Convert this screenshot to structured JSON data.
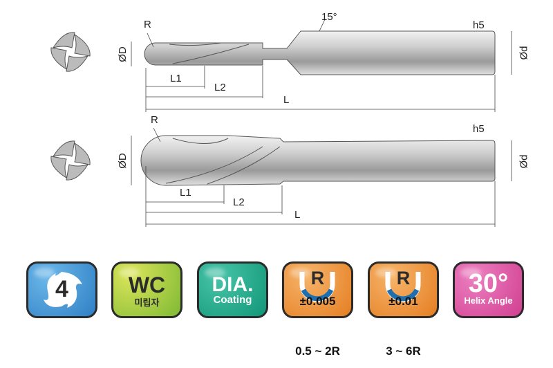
{
  "tool1": {
    "radius": "R",
    "dia": "ØD",
    "l1": "L1",
    "l2": "L2",
    "length": "L",
    "angle": "15°",
    "tolerance": "h5",
    "shank_dia": "Ød"
  },
  "tool2": {
    "radius": "R",
    "dia": "ØD",
    "l1": "L1",
    "l2": "L2",
    "length": "L",
    "tolerance": "h5",
    "shank_dia": "Ød"
  },
  "icons": {
    "flutes": {
      "value": "4",
      "color": "#3a8fd0"
    },
    "material": {
      "title": "WC",
      "subtitle": "미립자",
      "color": "#9cc83a"
    },
    "coating": {
      "title": "DIA.",
      "subtitle": "Coating",
      "color": "#1ea68a"
    },
    "radius_tol_1": {
      "letter": "R",
      "tolerance": "±0.005",
      "range": "0.5 ~ 2R",
      "color": "#ef8f35"
    },
    "radius_tol_2": {
      "letter": "R",
      "tolerance": "±0.01",
      "range": "3 ~ 6R",
      "color": "#ef8f35"
    },
    "helix": {
      "value": "30°",
      "label": "Helix Angle",
      "color": "#d8489a"
    }
  }
}
